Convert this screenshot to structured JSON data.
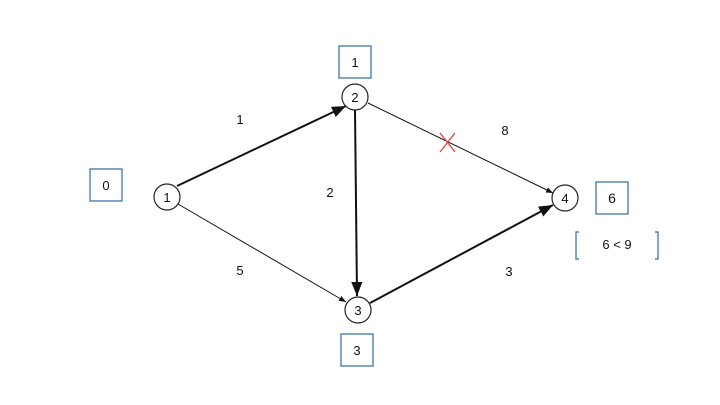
{
  "graph": {
    "nodes": [
      {
        "id": "1",
        "label": "1"
      },
      {
        "id": "2",
        "label": "2"
      },
      {
        "id": "3",
        "label": "3"
      },
      {
        "id": "4",
        "label": "4"
      }
    ],
    "edges": [
      {
        "from": "1",
        "to": "2",
        "weight": "1",
        "bold": true,
        "crossed": false
      },
      {
        "from": "1",
        "to": "3",
        "weight": "5",
        "bold": false,
        "crossed": false
      },
      {
        "from": "2",
        "to": "3",
        "weight": "2",
        "bold": true,
        "crossed": false
      },
      {
        "from": "2",
        "to": "4",
        "weight": "8",
        "bold": false,
        "crossed": true
      },
      {
        "from": "3",
        "to": "4",
        "weight": "3",
        "bold": true,
        "crossed": false
      }
    ],
    "distances": {
      "1": "0",
      "2": "1",
      "3": "3",
      "4": "6"
    }
  },
  "comparison": {
    "text": "6 < 9"
  },
  "colors": {
    "box_border": "#2e6b9e",
    "cross": "#e8413c",
    "edge": "#111111"
  }
}
